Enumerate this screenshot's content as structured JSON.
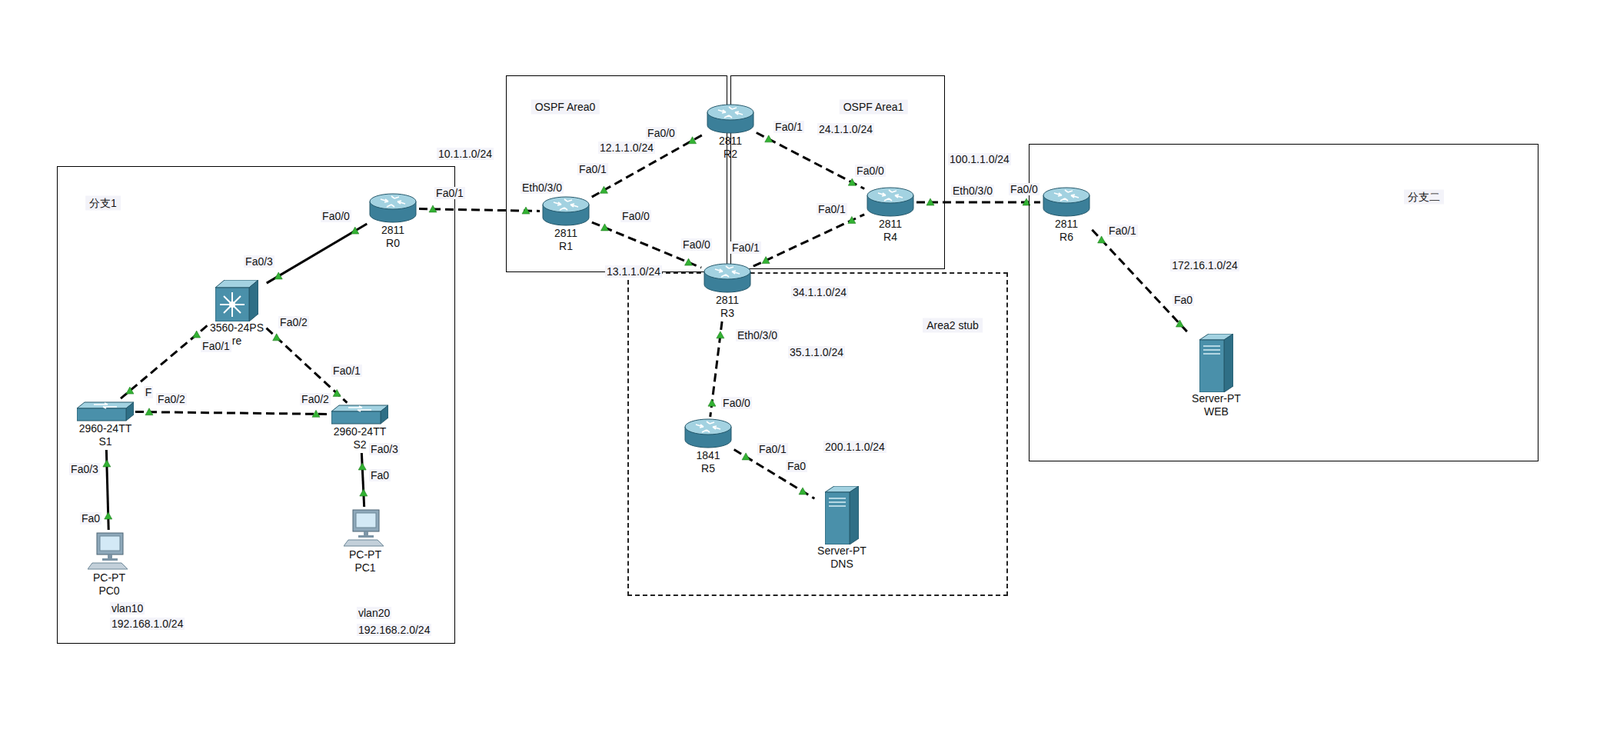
{
  "diagram": {
    "nodes": [
      {
        "text": [
          "分支1"
        ]
      },
      {
        "text": [
          "2811",
          "R0"
        ],
        "in": 0
      },
      {
        "text": [
          "3560-24PS",
          "re"
        ],
        "in": 0
      },
      {
        "text": [
          "2960-24TT",
          "S1"
        ],
        "in": 0
      },
      {
        "text": [
          "2960-24TT",
          "S2"
        ],
        "in": 0
      },
      {
        "text": [
          "PC-PT",
          "PC0"
        ],
        "in": 0
      },
      {
        "text": [
          "PC-PT",
          "PC1"
        ],
        "in": 0
      },
      {
        "text": [
          "OSPF Area0"
        ]
      },
      {
        "text": [
          "2811",
          "R1"
        ],
        "in": 7
      },
      {
        "text": [
          "2811",
          "R2"
        ]
      },
      {
        "text": [
          "OSPF Area1"
        ]
      },
      {
        "text": [
          "2811",
          "R4"
        ],
        "in": 10
      },
      {
        "text": [
          "2811",
          "R3"
        ]
      },
      {
        "text": [
          "Area2 stub"
        ]
      },
      {
        "text": [
          "1841",
          "R5"
        ],
        "in": 13
      },
      {
        "text": [
          "Server-PT",
          "DNS"
        ],
        "in": 13
      },
      {
        "text": [
          "分支二"
        ]
      },
      {
        "text": [
          "2811",
          "R6"
        ],
        "in": 16
      },
      {
        "text": [
          "Server-PT",
          "WEB"
        ],
        "in": 16
      }
    ],
    "edges": [
      {
        "from": 1,
        "to": 2,
        "arrow": "none"
      },
      {
        "from": 2,
        "to": 3,
        "arrow": "none"
      },
      {
        "from": 2,
        "to": 4,
        "arrow": "none"
      },
      {
        "from": 3,
        "to": 4,
        "arrow": "none"
      },
      {
        "from": 3,
        "to": 5,
        "arrow": "none"
      },
      {
        "from": 4,
        "to": 6,
        "arrow": "none"
      },
      {
        "from": 1,
        "to": 8,
        "arrow": "none"
      },
      {
        "from": 8,
        "to": 9,
        "arrow": "none"
      },
      {
        "from": 8,
        "to": 12,
        "arrow": "none"
      },
      {
        "from": 9,
        "to": 11,
        "arrow": "none"
      },
      {
        "from": 12,
        "to": 11,
        "arrow": "none"
      },
      {
        "from": 12,
        "to": 14,
        "arrow": "none"
      },
      {
        "from": 14,
        "to": 15,
        "arrow": "none"
      },
      {
        "from": 11,
        "to": 17,
        "arrow": "none"
      },
      {
        "from": 17,
        "to": 18,
        "arrow": "none"
      }
    ],
    "labels": [
      "Fa0/0",
      "Fa0/3",
      "Fa0/1",
      "F",
      "Fa0/2",
      "Fa0/1",
      "Fa0/2",
      "Fa0/2",
      "Fa0/3",
      "Fa0",
      "Fa0/3",
      "Fa0",
      "vlan10",
      "192.168.1.0/24",
      "vlan20",
      "192.168.2.0/24",
      "10.1.1.0/24",
      "Fa0/1",
      "Eth0/3/0",
      "12.1.1.0/24",
      "Fa0/1",
      "Fa0/0",
      "Fa0/0",
      "Fa0/0",
      "13.1.1.0/24",
      "Fa0/1",
      "24.1.1.0/24",
      "Fa0/0",
      "Fa0/1",
      "Fa0/1",
      "34.1.1.0/24",
      "Eth0/3/0",
      "35.1.1.0/24",
      "Fa0/0",
      "Fa0/1",
      "Fa0",
      "200.1.1.0/24",
      "100.1.1.0/24",
      "Eth0/3/0",
      "Fa0/0",
      "Fa0/1",
      "172.16.1.0/24",
      "Fa0"
    ]
  }
}
